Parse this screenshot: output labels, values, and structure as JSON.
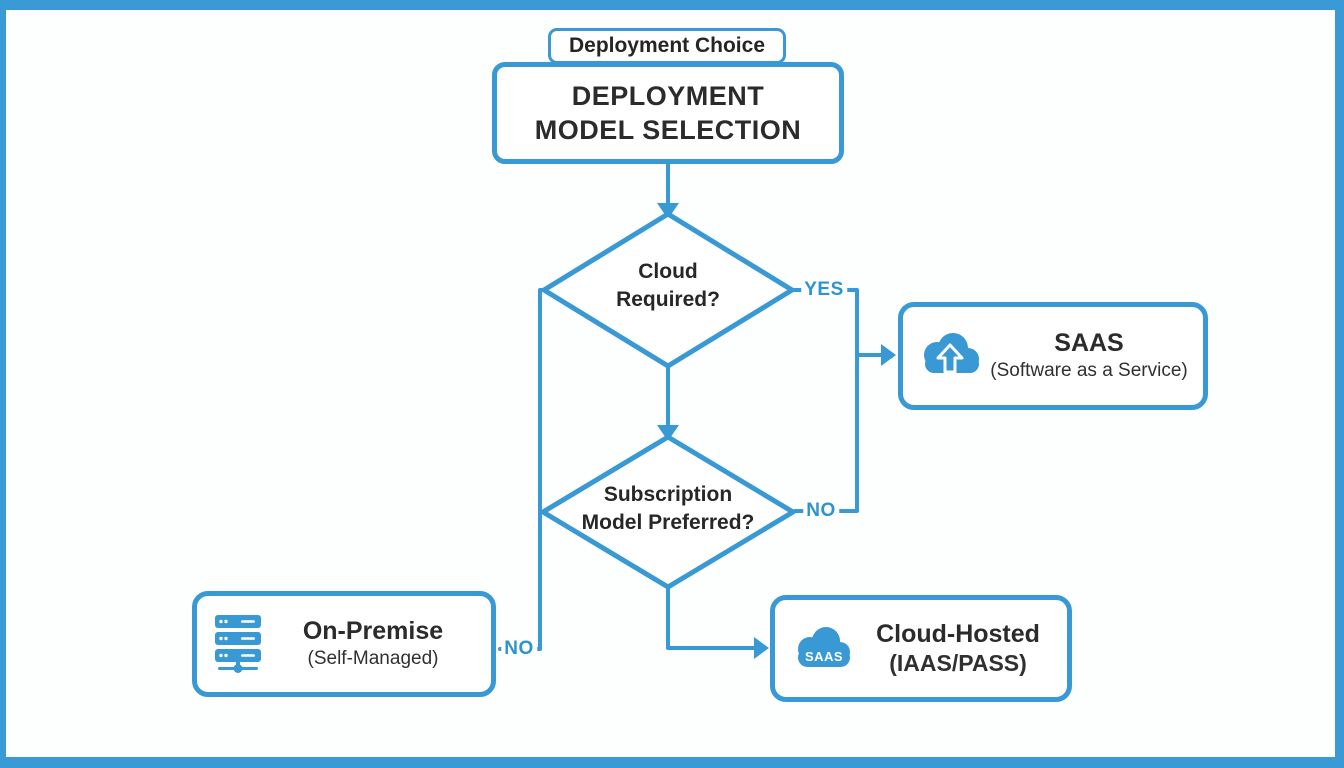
{
  "palette": {
    "accent_blue": "#3999d4",
    "edge_label_blue": "#2e93cf",
    "ink": "#2b2b2b",
    "background": "#fdfefe"
  },
  "header": {
    "start_label": "Deployment Choice"
  },
  "title": {
    "line1": "DEPLOYMENT",
    "line2": "MODEL SELECTION"
  },
  "decisions": {
    "cloud_required": {
      "line1": "Cloud",
      "line2": "Required?"
    },
    "subscription": {
      "line1": "Subscription",
      "line2": "Model Preferred?"
    }
  },
  "edge_labels": {
    "yes_right": "YES",
    "no_right": "NO",
    "no_left": "NO"
  },
  "outcomes": {
    "saas": {
      "title": "SAAS",
      "subtitle": "(Software as a Service)",
      "icon": "cloud-upload-icon"
    },
    "onprem": {
      "title": "On-Premise",
      "subtitle": "(Self-Managed)",
      "icon": "server-icon"
    },
    "cloudhosted": {
      "title": "Cloud-Hosted",
      "subtitle": "(IAAS/PASS)",
      "icon": "cloud-saas-icon",
      "icon_text": "SAAS"
    }
  }
}
